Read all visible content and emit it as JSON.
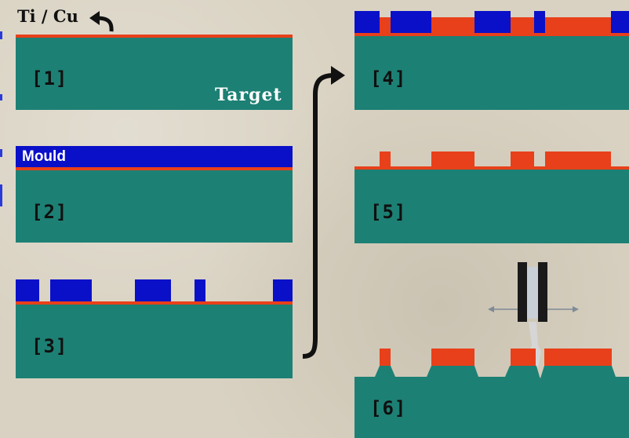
{
  "labels": {
    "ti_cu": "Ti / Cu",
    "target": "Target",
    "mould": "Mould",
    "steps": [
      "[1]",
      "[2]",
      "[3]",
      "[4]",
      "[5]",
      "[6]"
    ]
  },
  "colors": {
    "background": "#d9d2c2",
    "substrate": "#1d8074",
    "ti_cu_layer": "#e8401a",
    "mould": "#0a10c8",
    "arrow": "#111111"
  },
  "icons": {
    "curved_arrow": "curved-arrow-icon",
    "process_arrow": "process-arrow-icon",
    "laser_tool": "ablation-tool-icon"
  }
}
